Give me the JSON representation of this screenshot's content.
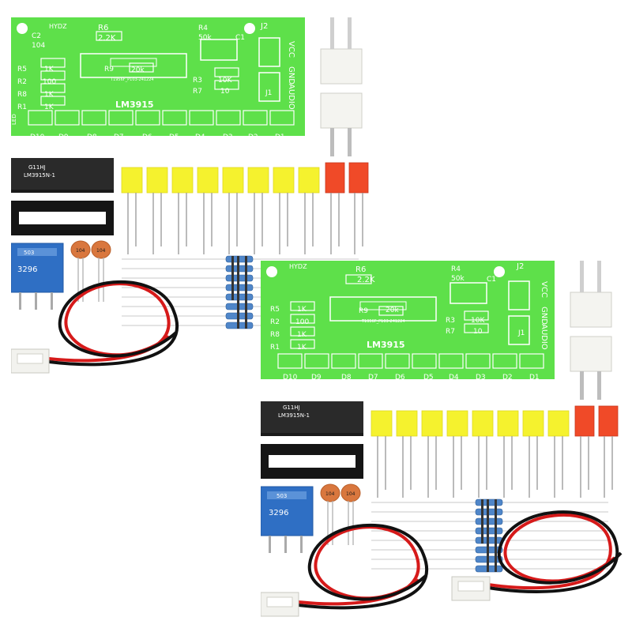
{
  "kit": {
    "chip_label": "LM3915",
    "ic_marking_line1": "G11HJ",
    "ic_marking_line2": "LM3915N-1",
    "pot_marking": "3296",
    "pot_top_marking": "503",
    "cap_marking": "104",
    "board_code": "T1956F_P103-241224"
  },
  "pcb": {
    "label_c2": "C2",
    "label_104": "104",
    "label_hydz": "HYDZ",
    "label_r6": "R6",
    "value_r6": "2.2K",
    "label_r4": "R4",
    "value_r4": "50k",
    "label_c1": "C1",
    "label_j2": "J2",
    "label_vcc": "VCC",
    "label_gnd": "GND",
    "label_audio": "AUDIO",
    "label_j1": "J1",
    "label_r9": "R9",
    "value_r9": "20k",
    "label_r3": "R3",
    "value_r3": "10K",
    "label_r7": "R7",
    "value_r7": "10",
    "label_led": "LED",
    "resistors": [
      {
        "label": "R5",
        "value": "1K"
      },
      {
        "label": "R2",
        "value": "100"
      },
      {
        "label": "R8",
        "value": "1K"
      },
      {
        "label": "R1",
        "value": "1K"
      }
    ],
    "led_labels": [
      "D10",
      "D9",
      "D8",
      "D7",
      "D6",
      "D5",
      "D4",
      "D3",
      "D2",
      "D1"
    ]
  },
  "colors": {
    "pcb_green": "#5ee04a",
    "led_yellow": "#f5f22e",
    "led_red": "#f04a28",
    "pot_blue": "#2f6fc4",
    "cap_orange": "#d9773e",
    "wire_red": "#d61a1a",
    "wire_black": "#111111"
  }
}
